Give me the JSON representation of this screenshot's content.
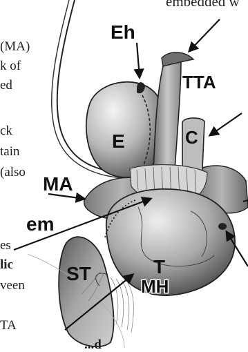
{
  "figure": {
    "caption_fragments": [
      {
        "id": "f1",
        "text": "embedded w"
      },
      {
        "id": "f2",
        "text": "(MA)"
      },
      {
        "id": "f3",
        "text": "k of"
      },
      {
        "id": "f4",
        "text": "ed"
      },
      {
        "id": "f5",
        "text": "ck"
      },
      {
        "id": "f6",
        "text": "tain"
      },
      {
        "id": "f7",
        "text": "(also"
      },
      {
        "id": "f8",
        "text": "es"
      },
      {
        "id": "f9",
        "text": "lic"
      },
      {
        "id": "f10",
        "text": "veen"
      },
      {
        "id": "f11",
        "text": "TA"
      },
      {
        "id": "f12",
        "text": "...d"
      }
    ],
    "labels": {
      "Eh": "Eh",
      "TTA": "TTA",
      "E": "E",
      "C": "C",
      "MA": "MA",
      "em": "em",
      "ST": "ST",
      "T": "T",
      "MH": "MH"
    }
  }
}
